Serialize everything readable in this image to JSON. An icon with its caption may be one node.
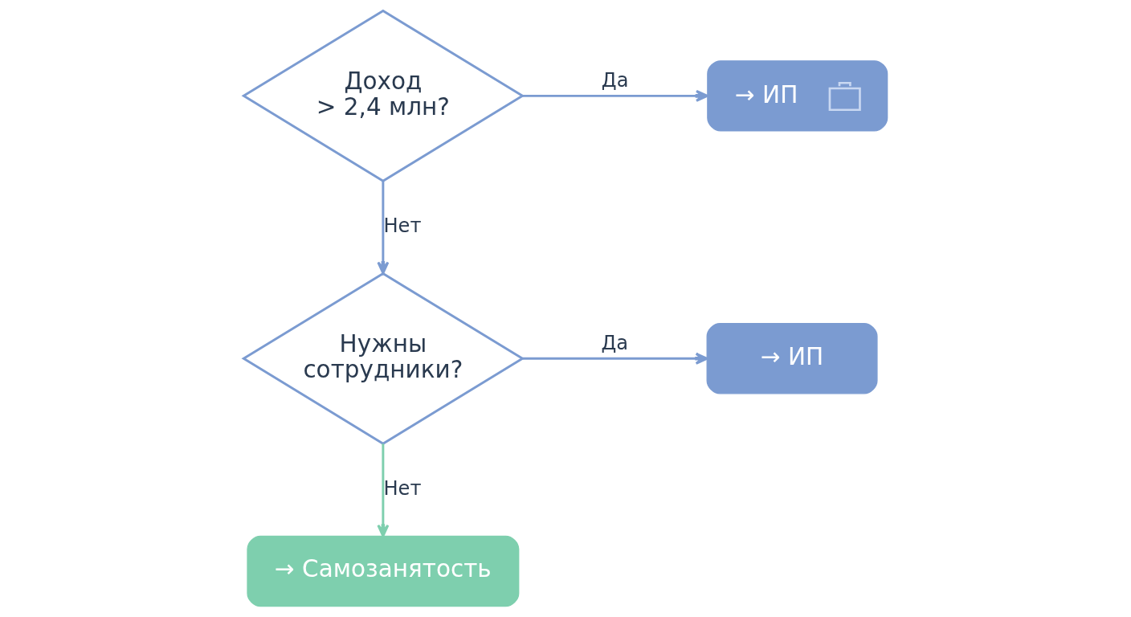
{
  "diagram": {
    "nodes": [
      {
        "text": [
          "Доход > 2,4 млн?"
        ]
      },
      {
        "text": [
          "→ ИП"
        ]
      },
      {
        "text": [
          "Нужны сотрудники?"
        ]
      },
      {
        "text": [
          "→ ИП"
        ]
      },
      {
        "text": [
          "→ Самозанятость"
        ]
      }
    ],
    "edges": [
      {
        "from": 0,
        "to": 1,
        "arrow": "to",
        "label": "Да"
      },
      {
        "from": 0,
        "to": 2,
        "arrow": "to",
        "label": "Нет"
      },
      {
        "from": 2,
        "to": 3,
        "arrow": "to",
        "label": "Да"
      },
      {
        "from": 2,
        "to": 4,
        "arrow": "to",
        "label": "Нет",
        "color": "#7ecfae"
      }
    ]
  }
}
